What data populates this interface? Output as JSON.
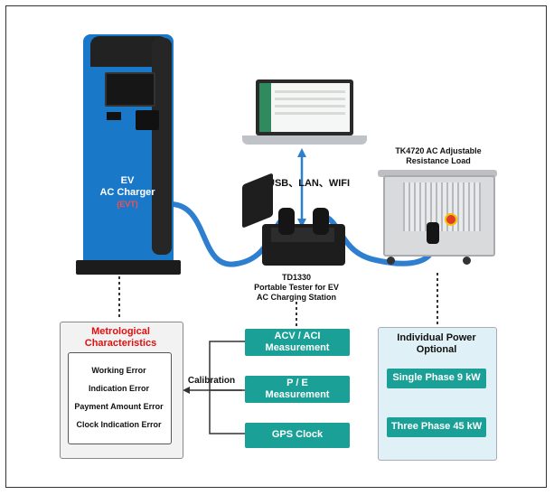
{
  "charger": {
    "label": "EV\nAC Charger",
    "sub": "(EVT)"
  },
  "connection_label": "USB、LAN、WIFI",
  "load_label": "TK4720 AC Adjustable\nResistance Load",
  "tester_label": "TD1330\nPortable Tester for EV\nAC Charging Station",
  "metrological": {
    "title": "Metrological\nCharacteristics",
    "items": [
      "Working Error",
      "Indication Error",
      "Payment Amount Error",
      "Clock Indication Error"
    ]
  },
  "calibration_label": "Calibration",
  "measurements": [
    "ACV / ACI\nMeasurement",
    "P / E\nMeasurement",
    "GPS Clock"
  ],
  "power": {
    "title": "Individual Power\nOptional",
    "options": [
      "Single Phase 9 kW",
      "Three Phase 45 kW"
    ]
  },
  "colors": {
    "accent": "#1ba097",
    "charger_blue": "#1a78c9",
    "cable_blue": "#2f7fd0",
    "title_red": "#e10f0f"
  }
}
